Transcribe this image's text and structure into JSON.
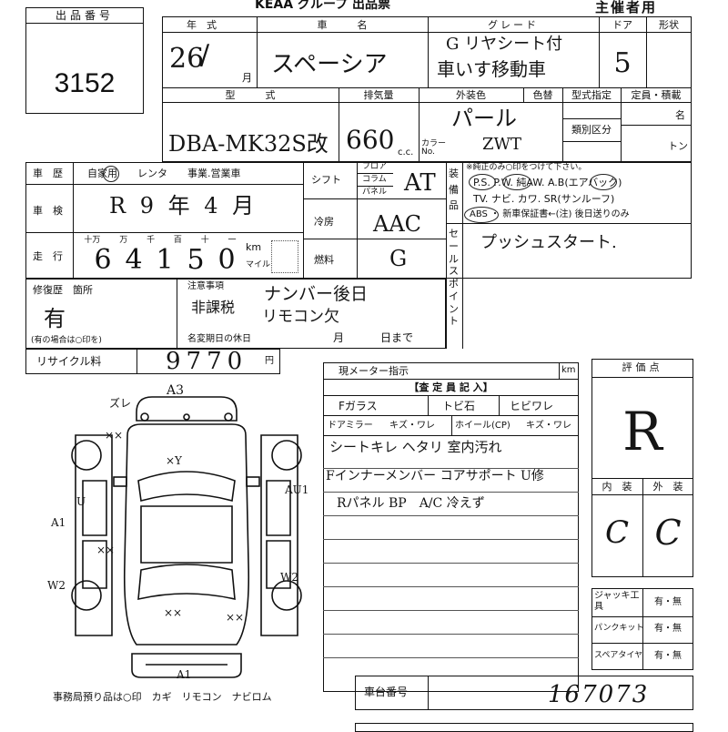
{
  "header": {
    "lot_label": "出品番号",
    "lot_number": "3152",
    "group_title": "KEAA グループ 出品票",
    "sponsor": "主催者用"
  },
  "vehicle": {
    "year_label": "年　式",
    "year_value": "26",
    "month_mark": "月",
    "name_label": "車　　　名",
    "name_value": "スペーシア",
    "grade_label": "グレード",
    "grade_value_1": "G リヤシート付",
    "grade_value_2": "車いす移動車",
    "door_label": "ドア",
    "door_value": "5",
    "shape_label": "形状",
    "model_label": "型　　　式",
    "model_value": "DBA-MK32S改",
    "displacement_label": "排気量",
    "displacement_value": "660",
    "cc_unit": "c.c.",
    "exterior_label": "外装色",
    "color_label": "色替",
    "exterior_value": "パール",
    "color_no_label": "カラーNo.",
    "color_no_value": "ZWT",
    "type_spec_label": "型式指定",
    "capacity_label": "定員・積載",
    "class_label": "類別区分",
    "person_unit": "名",
    "ton_unit": "トン"
  },
  "history": {
    "history_label": "車　歴",
    "history_opts": "自家用　　レンタ　　事業.営業車",
    "inspection_label": "車　検",
    "inspection_value": "R 9 年 4 月",
    "mileage_label": "走　行",
    "digit_labels": [
      "十万",
      "万",
      "千",
      "百",
      "十",
      "一"
    ],
    "mileage_digits": [
      "6",
      "4",
      "1",
      "5",
      "0"
    ],
    "km_unit": "km",
    "mile_unit": "マイル",
    "shift_label": "シフト",
    "shift_opts": [
      "フロア",
      "コラム",
      "パネル"
    ],
    "shift_value": "AT",
    "ac_label": "冷房",
    "ac_value": "AAC",
    "fuel_label": "燃料",
    "fuel_value": "G"
  },
  "equipment": {
    "label": "装備品",
    "note": "※純正のみ○印をつけて下さい。",
    "row1": "P.S.  P.W.  純AW.  A.B(エアバック)",
    "row2": "TV.  ナビ.  カワ.  SR(サンルーフ)",
    "row3": "ABS ・ 新車保証書←(注) 後日送りのみ"
  },
  "sales_point": {
    "label": "セールスポイント",
    "value": "プッシュスタート."
  },
  "repair": {
    "label": "修復歴　箇所",
    "value": "有",
    "note": "(有の場合は○印を)",
    "caution_label": "注意事項",
    "caution_1": "ナンバー後日",
    "caution_2": "リモコン欠",
    "non_tax": "非課税",
    "name_change_label": "名変期日の休日",
    "name_change_month": "月",
    "name_change_day": "日まで"
  },
  "recycle": {
    "label": "リサイクル料",
    "value": "9770",
    "unit": "円"
  },
  "meter": {
    "label": "現メーター指示",
    "unit": "km",
    "inspector_label": "【査 定 員 記 入】",
    "f_glass": "Fガラス",
    "chip": "トビ石",
    "crack": "ヒビワレ",
    "door_mirror": "ドアミラー",
    "scratch_crack": "キズ・ワレ",
    "wheel": "ホイール(CP)",
    "scratch_crack_2": "キズ・ワレ"
  },
  "notes": {
    "line1": "シートキレ ヘタリ 室内汚れ",
    "line2": "Fインナーメンバー コアサポート U修",
    "line3": "Rパネル BP　A/C 冷えず"
  },
  "evaluation": {
    "label": "評価点",
    "score": "R",
    "interior_label": "内　装",
    "exterior_label": "外　装",
    "interior_score": "C",
    "exterior_score": "C"
  },
  "tools": {
    "jack_label": "ジャッキ工具",
    "jack_value": "有・無",
    "puncture_label": "パンクキット",
    "puncture_value": "有・無",
    "spare_label": "スペアタイヤ",
    "spare_value": "有・無"
  },
  "chassis": {
    "label": "車台番号",
    "value": "167073"
  },
  "diagram_marks": {
    "a3": "A3",
    "zure": "ズレ",
    "xx1": "××",
    "xy_top": "×Y",
    "u": "U",
    "a1_left": "A1",
    "xx2": "××",
    "w2": "W2",
    "au1": "AU1",
    "w2_right": "W2",
    "xy1": "××",
    "xy2": "××",
    "a1_bottom": "A1"
  },
  "footer": {
    "note": "事務局預り品は○印　カギ　リモコン　ナビロム"
  }
}
